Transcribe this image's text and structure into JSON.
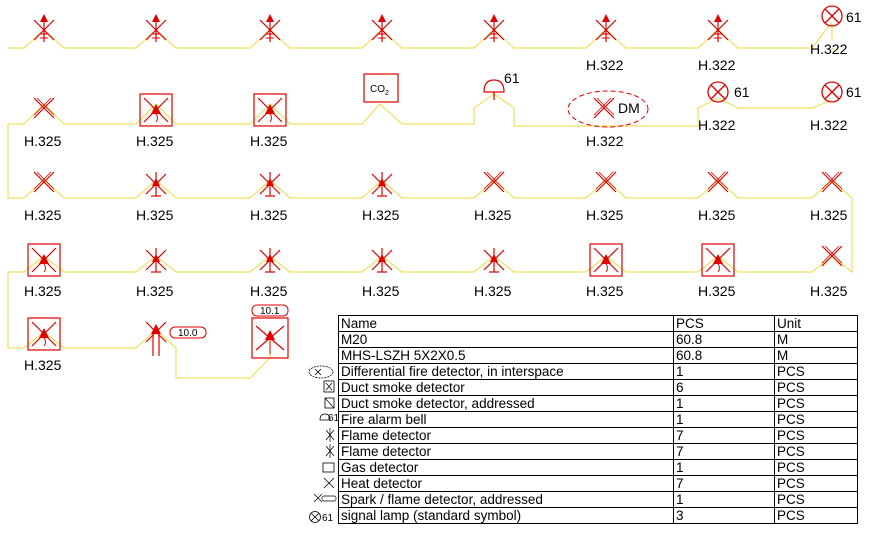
{
  "labels": {
    "h322": "H.322",
    "h325": "H.325",
    "n61": "61",
    "co2_main": "CO",
    "co2_sub": "2",
    "dm": "DM",
    "addr_a": "10.0",
    "addr_b": "10.1"
  },
  "table": {
    "header": {
      "name": "Name",
      "pcs": "PCS",
      "unit": "Unit"
    },
    "rows": [
      {
        "name": "M20",
        "pcs": "60.8",
        "unit": "M"
      },
      {
        "name": "MHS-LSZH  5X2X0.5",
        "pcs": "60.8",
        "unit": "M"
      },
      {
        "name": "Differential fire detector, in interspace",
        "pcs": "1",
        "unit": "PCS"
      },
      {
        "name": "Duct smoke detector",
        "pcs": "6",
        "unit": "PCS"
      },
      {
        "name": "Duct smoke detector, addressed",
        "pcs": "1",
        "unit": "PCS"
      },
      {
        "name": "Fire alarm bell",
        "pcs": "1",
        "unit": "PCS"
      },
      {
        "name": "Flame detector",
        "pcs": "7",
        "unit": "PCS"
      },
      {
        "name": "Flame detector",
        "pcs": "7",
        "unit": "PCS"
      },
      {
        "name": "Gas detector",
        "pcs": "1",
        "unit": "PCS"
      },
      {
        "name": "Heat detector",
        "pcs": "7",
        "unit": "PCS"
      },
      {
        "name": "Spark / flame detector, addressed",
        "pcs": "1",
        "unit": "PCS"
      },
      {
        "name": "signal lamp (standard symbol)",
        "pcs": "3",
        "unit": "PCS"
      }
    ]
  },
  "legend": {
    "lamp_code": "61",
    "bell_code": "61"
  },
  "colors": {
    "wire": "#f0e060",
    "symbol": "#e00000",
    "text": "#000000"
  }
}
